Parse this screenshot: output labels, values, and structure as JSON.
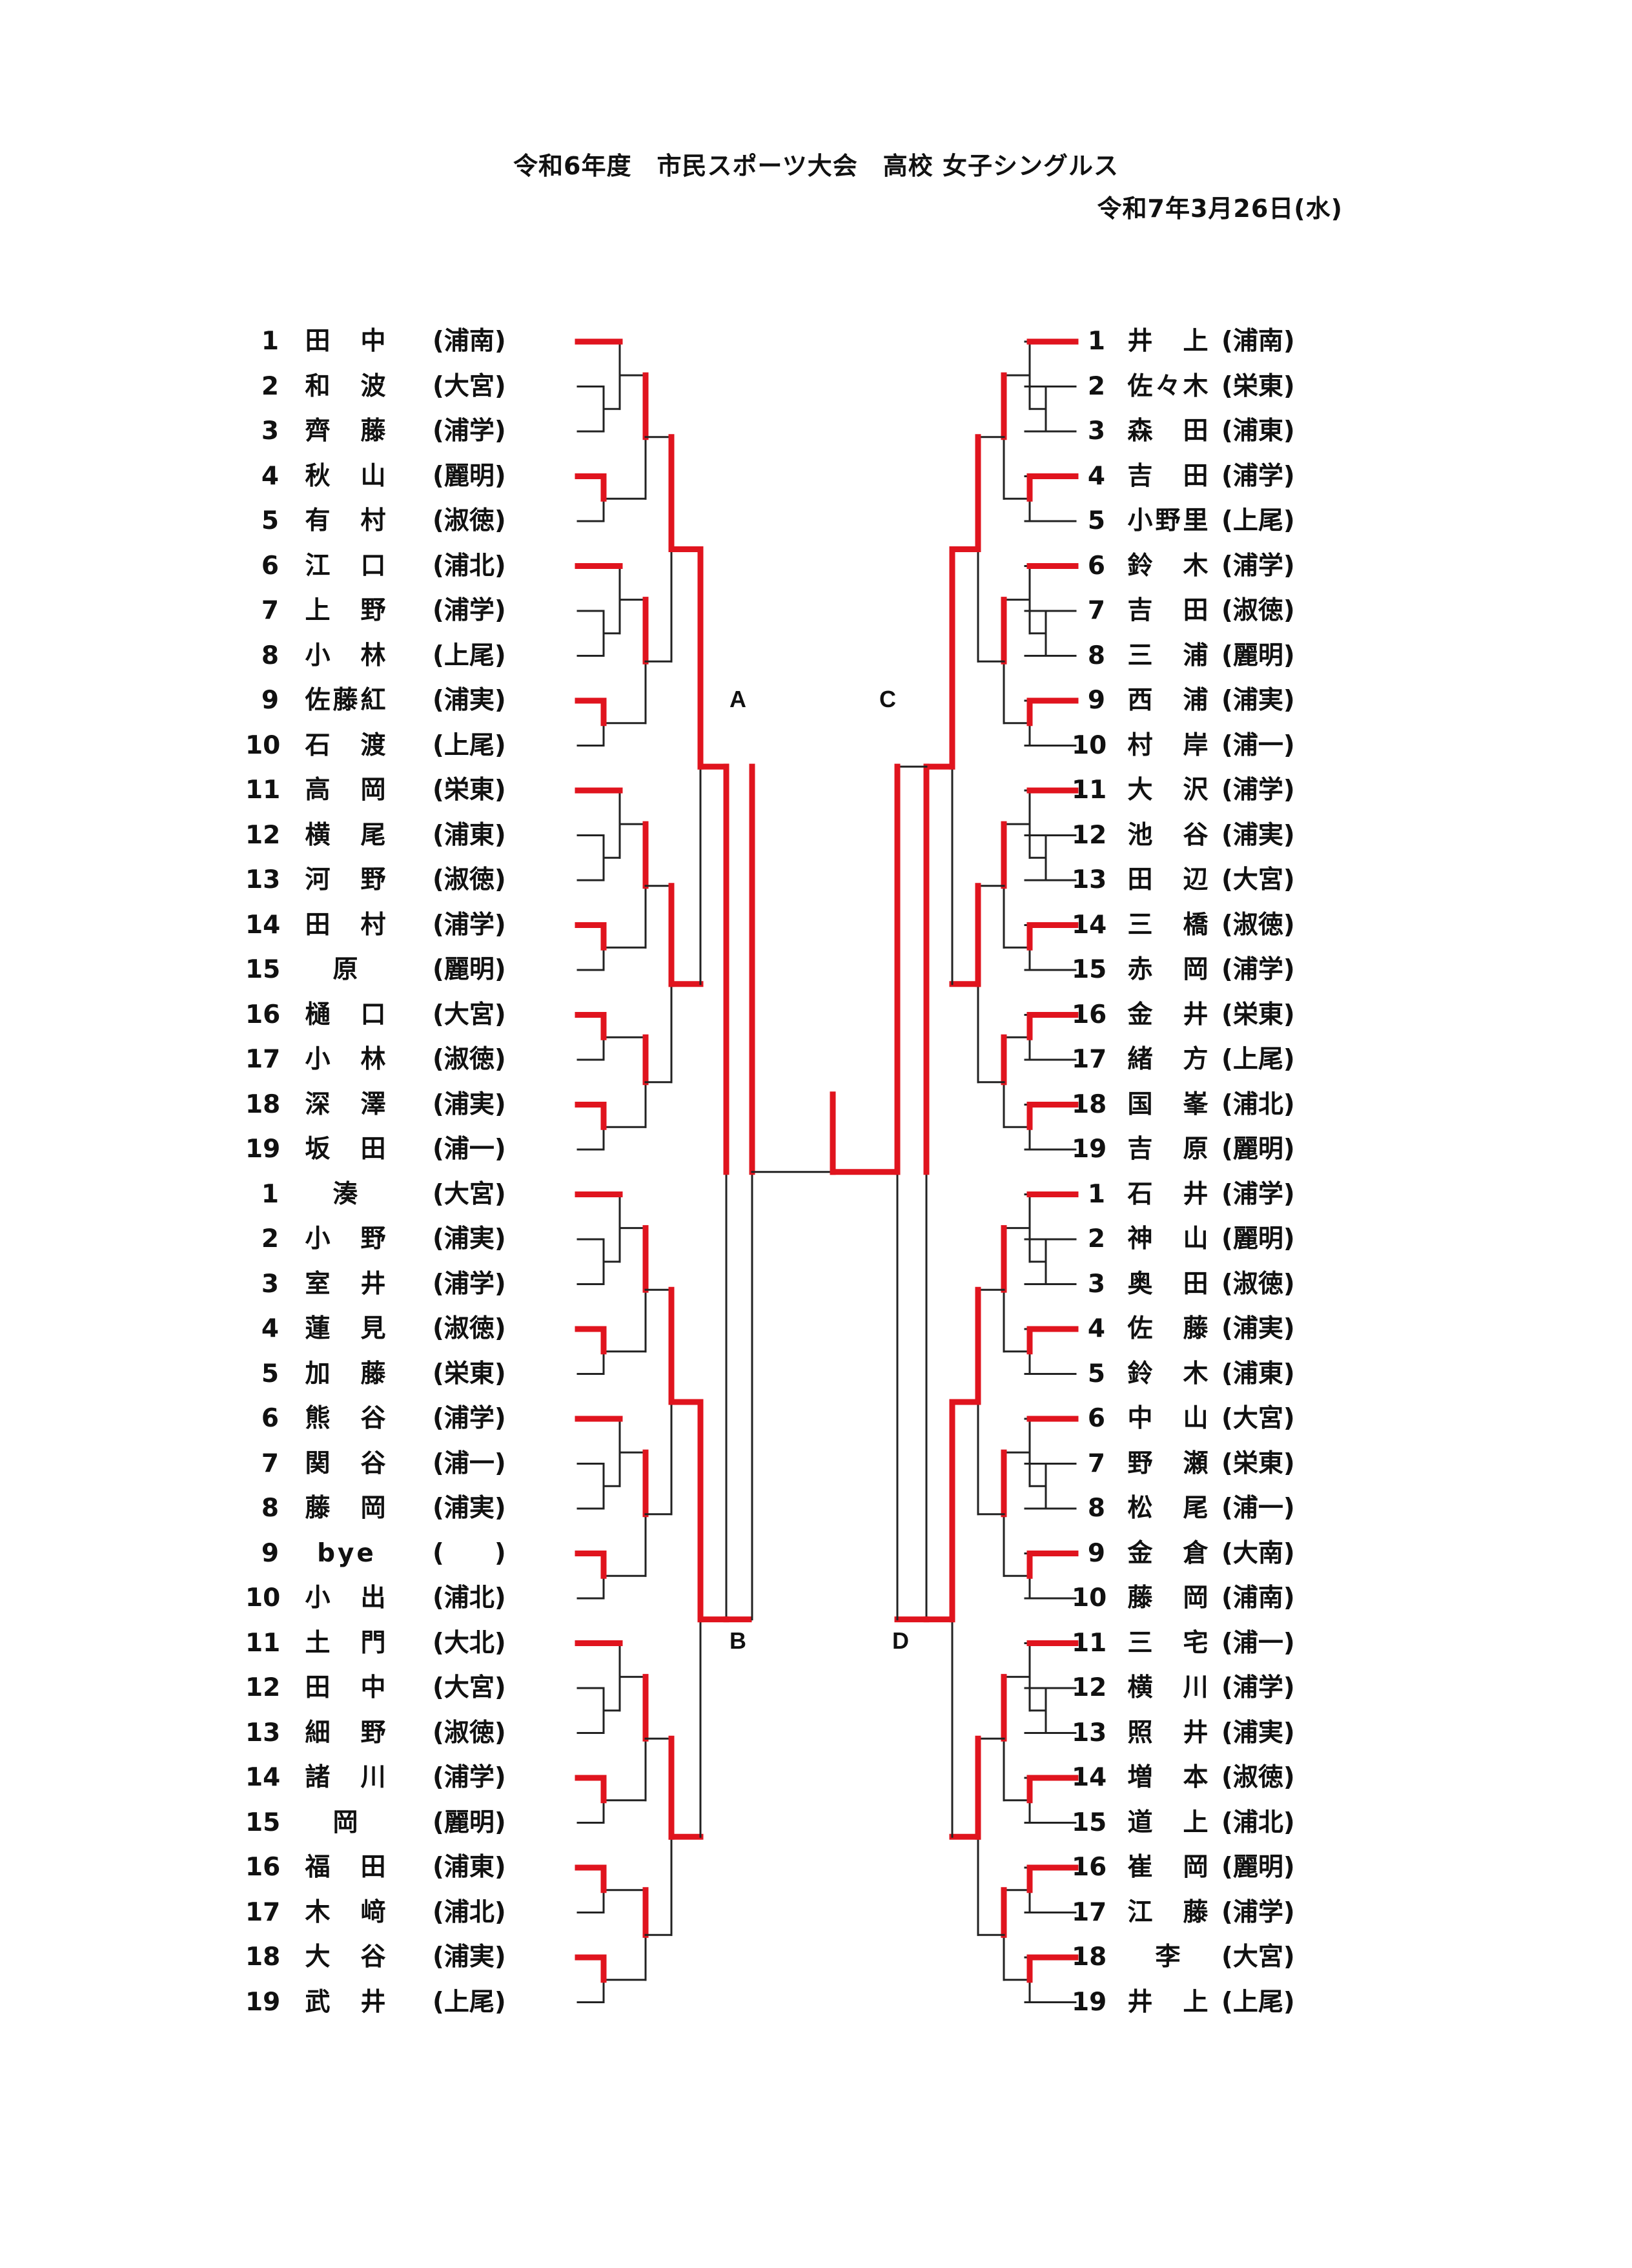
{
  "header": {
    "title": "令和6年度　市民スポーツ大会　高校 女子シングルス",
    "date": "令和7年3月26日(水)"
  },
  "block_labels": {
    "A": "A",
    "B": "B",
    "C": "C",
    "D": "D"
  },
  "colors": {
    "winner_line": "#e0141e",
    "bracket_line": "#222222"
  },
  "left_column": [
    {
      "seed": "1",
      "name": "田　中",
      "school": "(浦南)"
    },
    {
      "seed": "2",
      "name": "和　波",
      "school": "(大宮)"
    },
    {
      "seed": "3",
      "name": "齊　藤",
      "school": "(浦学)"
    },
    {
      "seed": "4",
      "name": "秋　山",
      "school": "(麗明)"
    },
    {
      "seed": "5",
      "name": "有　村",
      "school": "(淑徳)"
    },
    {
      "seed": "6",
      "name": "江　口",
      "school": "(浦北)"
    },
    {
      "seed": "7",
      "name": "上　野",
      "school": "(浦学)"
    },
    {
      "seed": "8",
      "name": "小　林",
      "school": "(上尾)"
    },
    {
      "seed": "9",
      "name": "佐藤紅",
      "school": "(浦実)"
    },
    {
      "seed": "10",
      "name": "石　渡",
      "school": "(上尾)"
    },
    {
      "seed": "11",
      "name": "高　岡",
      "school": "(栄東)"
    },
    {
      "seed": "12",
      "name": "横　尾",
      "school": "(浦東)"
    },
    {
      "seed": "13",
      "name": "河　野",
      "school": "(淑徳)"
    },
    {
      "seed": "14",
      "name": "田　村",
      "school": "(浦学)"
    },
    {
      "seed": "15",
      "name": "原",
      "school": "(麗明)"
    },
    {
      "seed": "16",
      "name": "樋　口",
      "school": "(大宮)"
    },
    {
      "seed": "17",
      "name": "小　林",
      "school": "(淑徳)"
    },
    {
      "seed": "18",
      "name": "深　澤",
      "school": "(浦実)"
    },
    {
      "seed": "19",
      "name": "坂　田",
      "school": "(浦一)"
    },
    {
      "seed": "1",
      "name": "湊",
      "school": "(大宮)"
    },
    {
      "seed": "2",
      "name": "小　野",
      "school": "(浦実)"
    },
    {
      "seed": "3",
      "name": "室　井",
      "school": "(浦学)"
    },
    {
      "seed": "4",
      "name": "蓮　見",
      "school": "(淑徳)"
    },
    {
      "seed": "5",
      "name": "加　藤",
      "school": "(栄東)"
    },
    {
      "seed": "6",
      "name": "熊　谷",
      "school": "(浦学)"
    },
    {
      "seed": "7",
      "name": "関　谷",
      "school": "(浦一)"
    },
    {
      "seed": "8",
      "name": "藤　岡",
      "school": "(浦実)"
    },
    {
      "seed": "9",
      "name": "bye",
      "school": "(　　)"
    },
    {
      "seed": "10",
      "name": "小　出",
      "school": "(浦北)"
    },
    {
      "seed": "11",
      "name": "土　門",
      "school": "(大北)"
    },
    {
      "seed": "12",
      "name": "田　中",
      "school": "(大宮)"
    },
    {
      "seed": "13",
      "name": "細　野",
      "school": "(淑徳)"
    },
    {
      "seed": "14",
      "name": "諸　川",
      "school": "(浦学)"
    },
    {
      "seed": "15",
      "name": "岡",
      "school": "(麗明)"
    },
    {
      "seed": "16",
      "name": "福　田",
      "school": "(浦東)"
    },
    {
      "seed": "17",
      "name": "木　﨑",
      "school": "(浦北)"
    },
    {
      "seed": "18",
      "name": "大　谷",
      "school": "(浦実)"
    },
    {
      "seed": "19",
      "name": "武　井",
      "school": "(上尾)"
    }
  ],
  "right_column": [
    {
      "seed": "1",
      "name": "井　上",
      "school": "(浦南)"
    },
    {
      "seed": "2",
      "name": "佐々木",
      "school": "(栄東)"
    },
    {
      "seed": "3",
      "name": "森　田",
      "school": "(浦東)"
    },
    {
      "seed": "4",
      "name": "吉　田",
      "school": "(浦学)"
    },
    {
      "seed": "5",
      "name": "小野里",
      "school": "(上尾)"
    },
    {
      "seed": "6",
      "name": "鈴　木",
      "school": "(浦学)"
    },
    {
      "seed": "7",
      "name": "吉　田",
      "school": "(淑徳)"
    },
    {
      "seed": "8",
      "name": "三　浦",
      "school": "(麗明)"
    },
    {
      "seed": "9",
      "name": "西　浦",
      "school": "(浦実)"
    },
    {
      "seed": "10",
      "name": "村　岸",
      "school": "(浦一)"
    },
    {
      "seed": "11",
      "name": "大　沢",
      "school": "(浦学)"
    },
    {
      "seed": "12",
      "name": "池　谷",
      "school": "(浦実)"
    },
    {
      "seed": "13",
      "name": "田　辺",
      "school": "(大宮)"
    },
    {
      "seed": "14",
      "name": "三　橋",
      "school": "(淑徳)"
    },
    {
      "seed": "15",
      "name": "赤　岡",
      "school": "(浦学)"
    },
    {
      "seed": "16",
      "name": "金　井",
      "school": "(栄東)"
    },
    {
      "seed": "17",
      "name": "緒　方",
      "school": "(上尾)"
    },
    {
      "seed": "18",
      "name": "国　峯",
      "school": "(浦北)"
    },
    {
      "seed": "19",
      "name": "吉　原",
      "school": "(麗明)"
    },
    {
      "seed": "1",
      "name": "石　井",
      "school": "(浦学)"
    },
    {
      "seed": "2",
      "name": "神　山",
      "school": "(麗明)"
    },
    {
      "seed": "3",
      "name": "奥　田",
      "school": "(淑徳)"
    },
    {
      "seed": "4",
      "name": "佐　藤",
      "school": "(浦実)"
    },
    {
      "seed": "5",
      "name": "鈴　木",
      "school": "(浦東)"
    },
    {
      "seed": "6",
      "name": "中　山",
      "school": "(大宮)"
    },
    {
      "seed": "7",
      "name": "野　瀬",
      "school": "(栄東)"
    },
    {
      "seed": "8",
      "name": "松　尾",
      "school": "(浦一)"
    },
    {
      "seed": "9",
      "name": "金　倉",
      "school": "(大南)"
    },
    {
      "seed": "10",
      "name": "藤　岡",
      "school": "(浦南)"
    },
    {
      "seed": "11",
      "name": "三　宅",
      "school": "(浦一)"
    },
    {
      "seed": "12",
      "name": "横　川",
      "school": "(浦学)"
    },
    {
      "seed": "13",
      "name": "照　井",
      "school": "(浦実)"
    },
    {
      "seed": "14",
      "name": "増　本",
      "school": "(淑徳)"
    },
    {
      "seed": "15",
      "name": "道　上",
      "school": "(浦北)"
    },
    {
      "seed": "16",
      "name": "崔　岡",
      "school": "(麗明)"
    },
    {
      "seed": "17",
      "name": "江　藤",
      "school": "(浦学)"
    },
    {
      "seed": "18",
      "name": "李",
      "school": "(大宮)"
    },
    {
      "seed": "19",
      "name": "井　上",
      "school": "(上尾)"
    }
  ]
}
